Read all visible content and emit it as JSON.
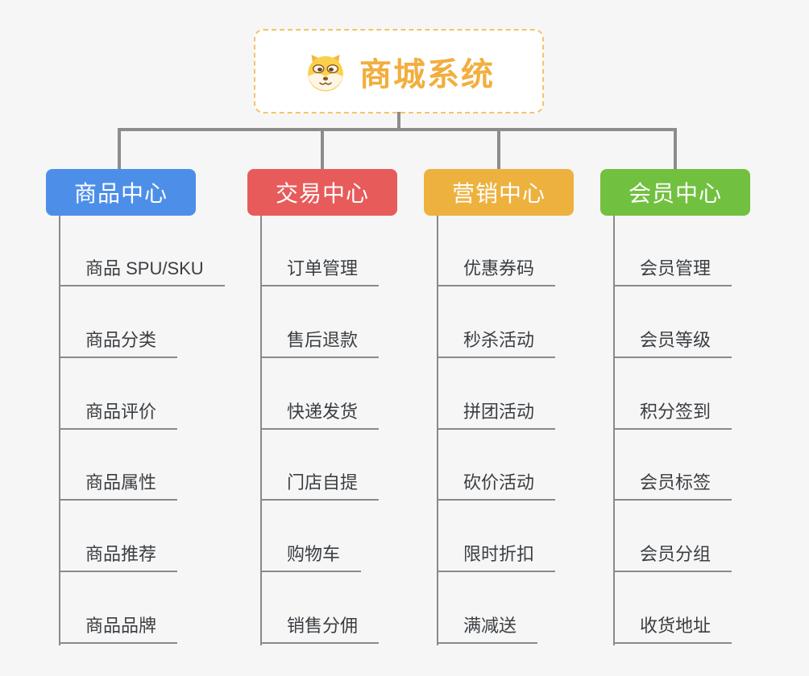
{
  "root": {
    "title": "商城系统",
    "icon": "dog-face-icon"
  },
  "branches": [
    {
      "label": "商品中心",
      "color": "#4d8fe8",
      "children": [
        "商品 SPU/SKU",
        "商品分类",
        "商品评价",
        "商品属性",
        "商品推荐",
        "商品品牌"
      ]
    },
    {
      "label": "交易中心",
      "color": "#e85b5b",
      "children": [
        "订单管理",
        "售后退款",
        "快递发货",
        "门店自提",
        "购物车",
        "销售分佣"
      ]
    },
    {
      "label": "营销中心",
      "color": "#edb13e",
      "children": [
        "优惠券码",
        "秒杀活动",
        "拼团活动",
        "砍价活动",
        "限时折扣",
        "满减送"
      ]
    },
    {
      "label": "会员中心",
      "color": "#72c040",
      "children": [
        "会员管理",
        "会员等级",
        "积分签到",
        "会员标签",
        "会员分组",
        "收货地址"
      ]
    }
  ],
  "colors": {
    "background": "#f6f6f6",
    "connector": "#8c8c8c",
    "leaf_line": "#8a8a8a",
    "root_border": "#f5c26b",
    "root_text": "#f2ae3e",
    "leaf_text": "#3a3e42"
  }
}
